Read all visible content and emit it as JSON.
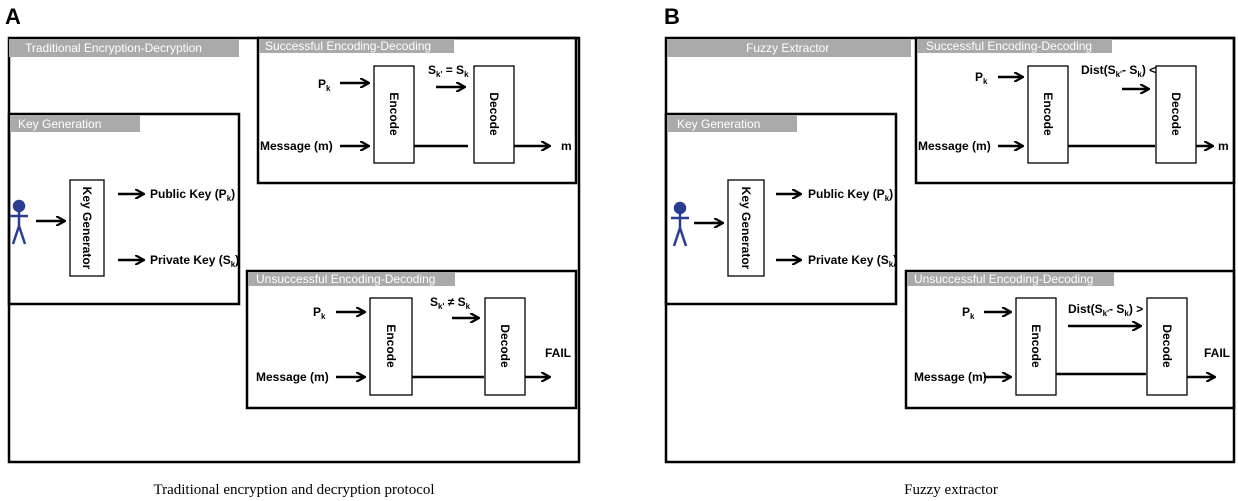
{
  "panel_a": {
    "letter": "A",
    "title": "Traditional Encryption-Decryption",
    "caption": "Traditional encryption and decryption protocol",
    "key_generation": {
      "title": "Key Generation",
      "generator": "Key Generator",
      "public_key": "Public Key (P",
      "private_key": "Private Key (S"
    },
    "success": {
      "title": "Successful Encoding-Decoding",
      "pk": "P",
      "message": "Message (m)",
      "encode": "Encode",
      "decode": "Decode",
      "condition": "S",
      "condition_mid": " = S",
      "output": "m"
    },
    "failure": {
      "title": "Unsuccessful Encoding-Decoding",
      "pk": "P",
      "message": "Message (m)",
      "encode": "Encode",
      "decode": "Decode",
      "condition": "S",
      "condition_mid": " ≠ S",
      "output": "FAIL"
    }
  },
  "panel_b": {
    "letter": "B",
    "title": "Fuzzy Extractor",
    "caption": "Fuzzy extractor",
    "key_generation": {
      "title": "Key Generation",
      "generator": "Key Generator",
      "public_key": "Public Key (P",
      "private_key": "Private Key (S"
    },
    "success": {
      "title": "Successful Encoding-Decoding",
      "pk": "P",
      "message": "Message (m)",
      "encode": "Encode",
      "decode": "Decode",
      "condition": "Dist(S",
      "condition_mid": "- S",
      "condition_end": ") < t",
      "output": "m"
    },
    "failure": {
      "title": "Unsuccessful Encoding-Decoding",
      "pk": "P",
      "message": "Message (m)",
      "encode": "Encode",
      "decode": "Decode",
      "condition": "Dist(S",
      "condition_mid": "- S",
      "condition_end": ") > t",
      "output": "FAIL"
    }
  },
  "subscripts": {
    "k": "k",
    "kprime": "k'",
    "close_paren": ")"
  },
  "colors": {
    "tab": "#aaaaaa",
    "person": "#2b3d8f",
    "line": "#000000"
  }
}
